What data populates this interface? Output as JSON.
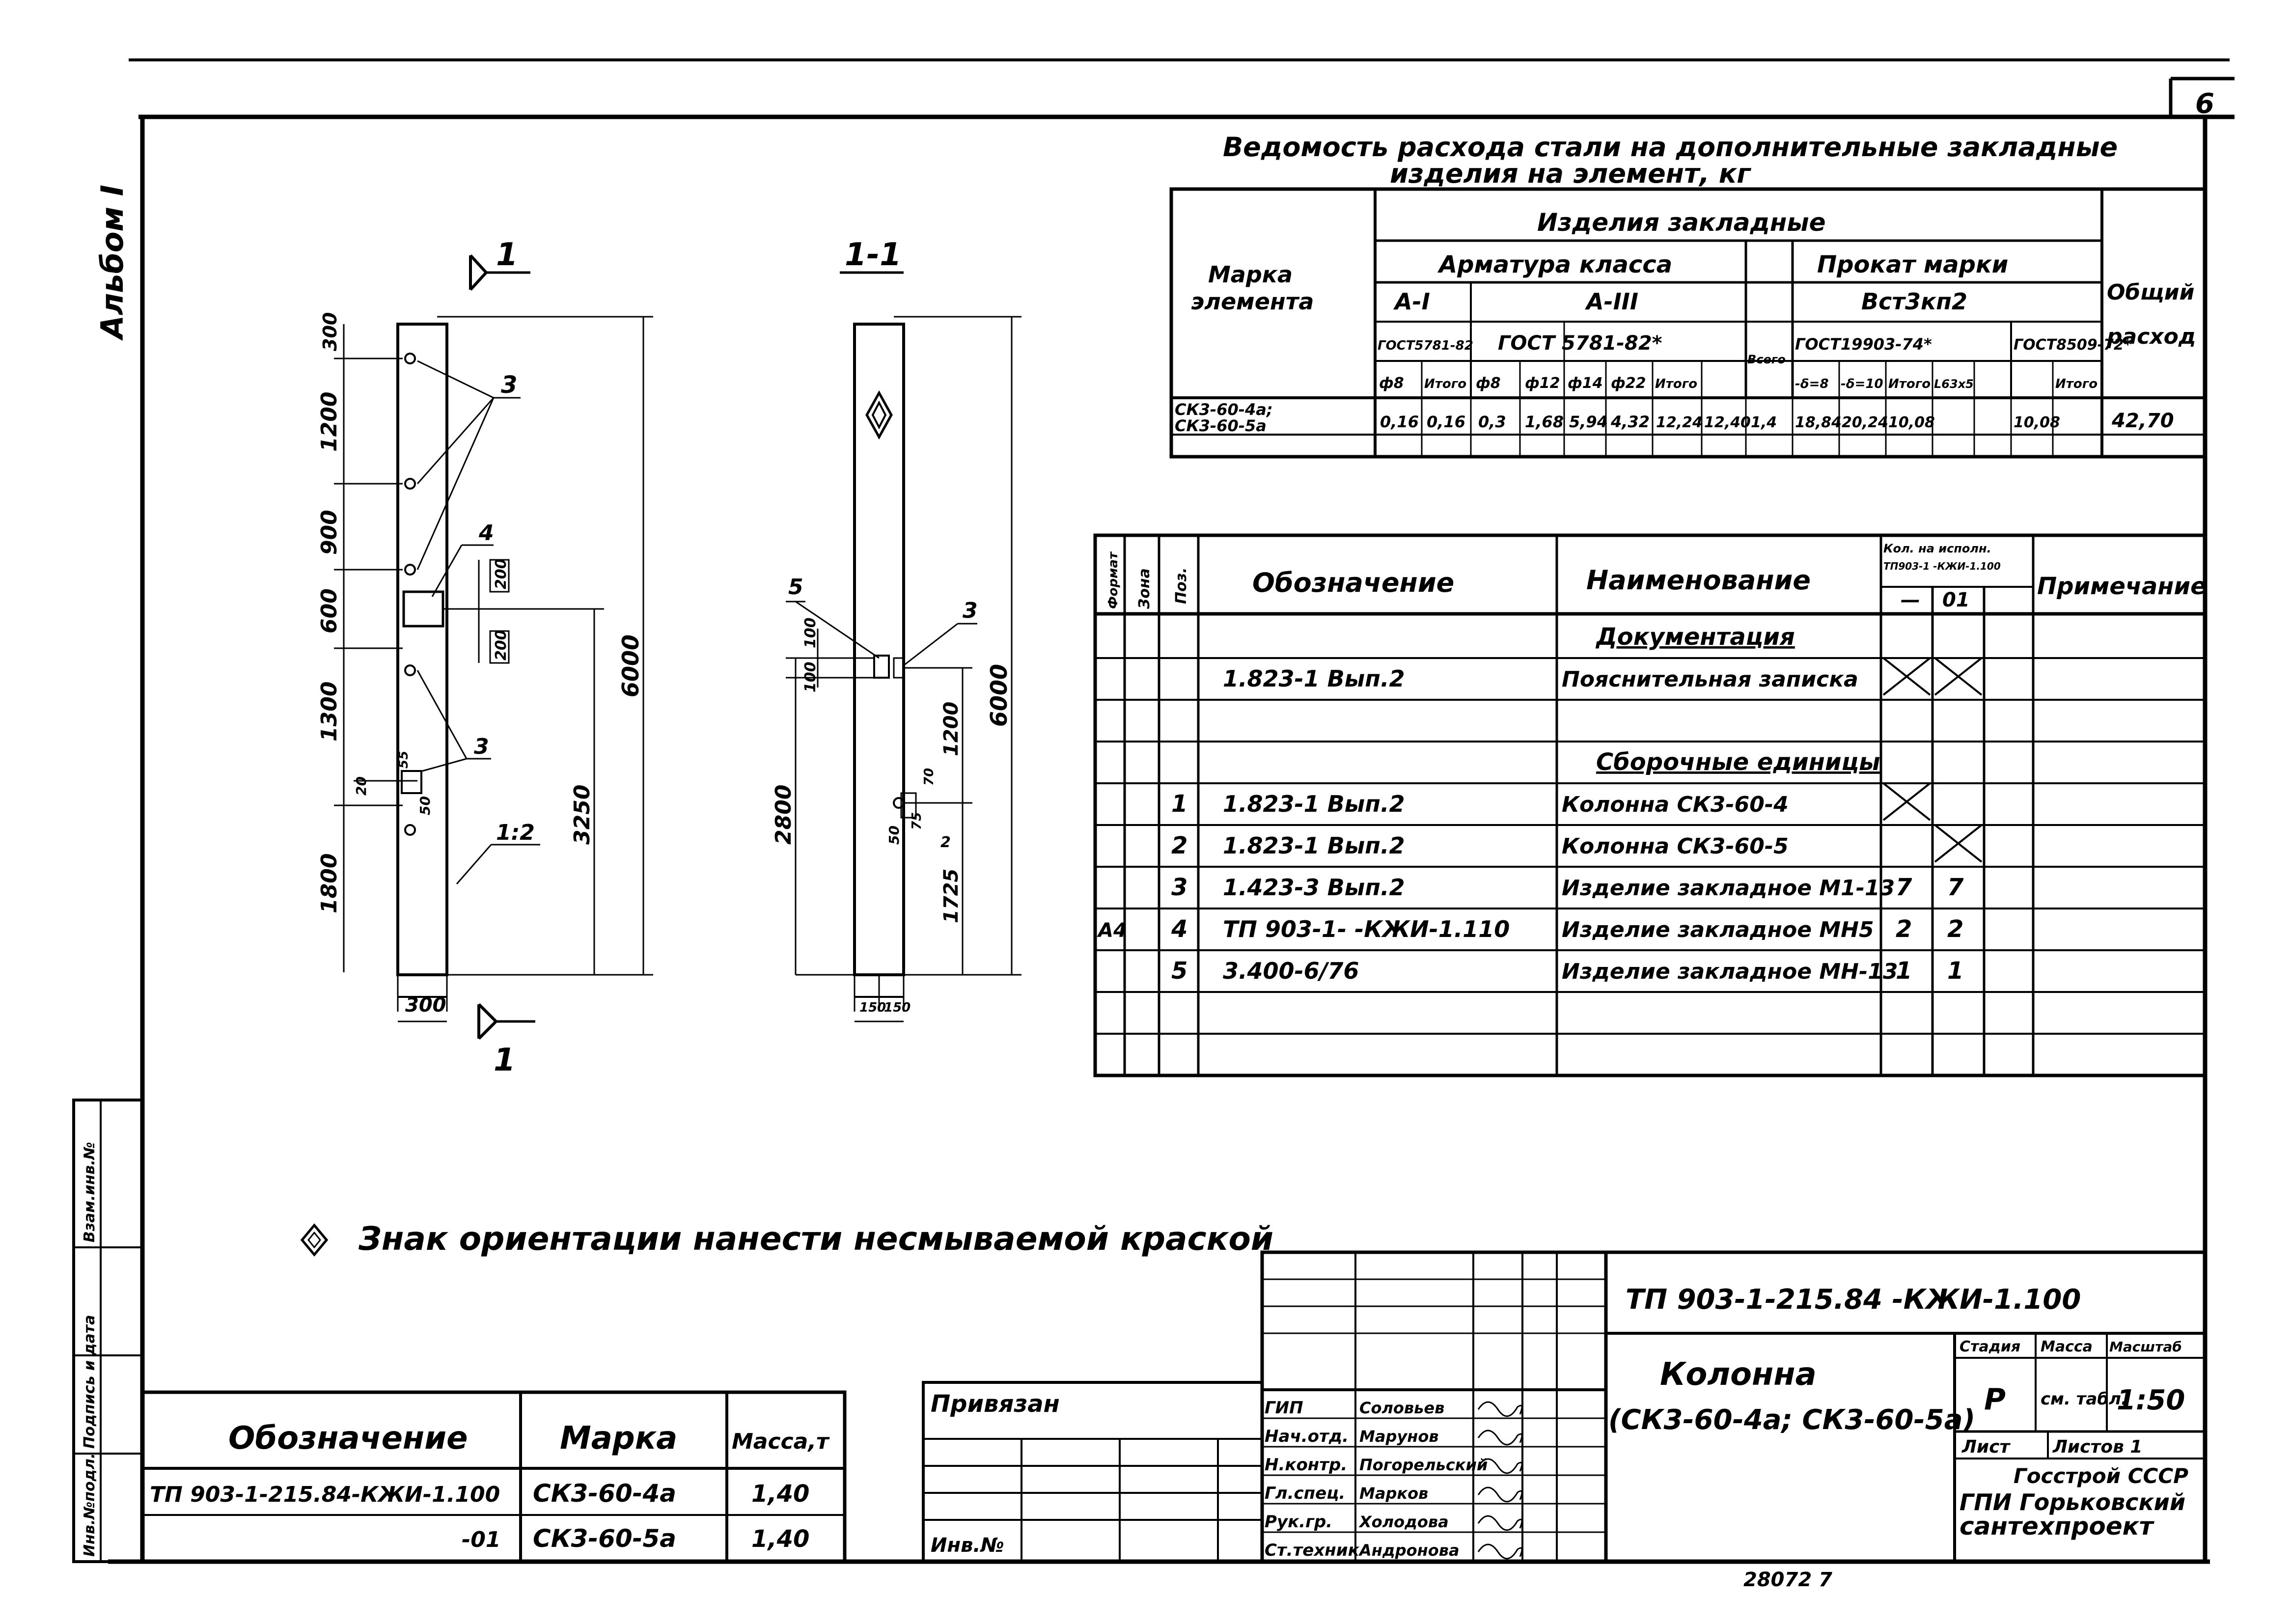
{
  "sheet": {
    "page_number": "6",
    "album_label": "Альбом I",
    "bottom_number": "28072 7",
    "side_stamp": [
      "Инв.№подл.",
      "Подпись и дата",
      "Взам.инв.№"
    ]
  },
  "steel_table": {
    "title_line1": "Ведомость расхода стали на дополнительные закладные",
    "title_line2": "изделия на элемент, кг",
    "h_mark": [
      "Марка",
      "элемента"
    ],
    "h_items": "Изделия закладные",
    "h_armature": "Арматура класса",
    "h_rolled": "Прокат марки",
    "h_total": [
      "Общий",
      "расход"
    ],
    "h_a1": "А-I",
    "h_a3": "А-III",
    "h_vst": "Вст3кп2",
    "h_gost_a1": "ГОСТ5781-82",
    "h_gost_a3": "ГОСТ 5781-82*",
    "h_all": "Всего",
    "h_gost_19903": "ГОСТ19903-74*",
    "h_gost_8509": "ГОСТ8509-72*",
    "h_cols": [
      "ф8",
      "Итого",
      "ф8",
      "ф12",
      "ф14",
      "ф22",
      "Итого",
      "",
      "-δ=8",
      "-δ=10",
      "Итого",
      "L63x5",
      "",
      "Итого",
      ""
    ],
    "row_marks": [
      "СК3-60-4а;",
      "СК3-60-5а"
    ],
    "row_values": [
      "0,16",
      "0,16",
      "0,3",
      "1,68",
      "5,94",
      "4,32",
      "12,24",
      "12,40",
      "1,4",
      "18,84",
      "20,24",
      "10,08",
      "",
      "10,08",
      "42,70"
    ]
  },
  "spec_table": {
    "h_format": "Формат",
    "h_zone": "Зона",
    "h_pos": "Поз.",
    "h_designation": "Обозначение",
    "h_name": "Наименование",
    "h_qty": [
      "Кол. на исполн.",
      "ТП903-1 -КЖИ-1.100"
    ],
    "h_qty_cols": [
      "—",
      "01"
    ],
    "h_note": "Примечание",
    "rows": [
      {
        "format": "",
        "zone": "",
        "pos": "",
        "designation": "",
        "name": "Документация",
        "q1": "",
        "q2": "",
        "x1": false,
        "x2": false,
        "heading": true
      },
      {
        "format": "",
        "zone": "",
        "pos": "",
        "designation": "1.823-1 Вып.2",
        "name": "Пояснительная записка",
        "q1": "",
        "q2": "",
        "x1": true,
        "x2": true,
        "heading": false
      },
      {
        "format": "",
        "zone": "",
        "pos": "",
        "designation": "",
        "name": "",
        "q1": "",
        "q2": "",
        "x1": false,
        "x2": false,
        "heading": false
      },
      {
        "format": "",
        "zone": "",
        "pos": "",
        "designation": "",
        "name": "Сборочные единицы",
        "q1": "",
        "q2": "",
        "x1": false,
        "x2": false,
        "heading": true
      },
      {
        "format": "",
        "zone": "",
        "pos": "1",
        "designation": "1.823-1 Вып.2",
        "name": "Колонна СК3-60-4",
        "q1": "",
        "q2": "",
        "x1": true,
        "x2": false,
        "heading": false
      },
      {
        "format": "",
        "zone": "",
        "pos": "2",
        "designation": "1.823-1 Вып.2",
        "name": "Колонна СК3-60-5",
        "q1": "",
        "q2": "",
        "x1": false,
        "x2": true,
        "heading": false
      },
      {
        "format": "",
        "zone": "",
        "pos": "3",
        "designation": "1.423-3 Вып.2",
        "name": "Изделие закладное М1-13",
        "q1": "7",
        "q2": "7",
        "x1": false,
        "x2": false,
        "heading": false
      },
      {
        "format": "А4",
        "zone": "",
        "pos": "4",
        "designation": "ТП 903-1- -КЖИ-1.110",
        "name": "Изделие закладное МН5",
        "q1": "2",
        "q2": "2",
        "x1": false,
        "x2": false,
        "heading": false
      },
      {
        "format": "",
        "zone": "",
        "pos": "5",
        "designation": "3.400-6/76",
        "name": "Изделие закладное МН-13",
        "q1": "1",
        "q2": "1",
        "x1": false,
        "x2": false,
        "heading": false
      },
      {
        "format": "",
        "zone": "",
        "pos": "",
        "designation": "",
        "name": "",
        "q1": "",
        "q2": "",
        "x1": false,
        "x2": false,
        "heading": false
      },
      {
        "format": "",
        "zone": "",
        "pos": "",
        "designation": "",
        "name": "",
        "q1": "",
        "q2": "",
        "x1": false,
        "x2": false,
        "heading": false
      }
    ]
  },
  "front_view": {
    "label_top": "1",
    "label_bottom": "1",
    "dims_left": [
      "300",
      "1200",
      "900",
      "600",
      "1300",
      "1800"
    ],
    "dim_overall": "6000",
    "dim_3250": "3250",
    "dim_width": "300",
    "dim_200a": "200",
    "dim_200b": "200",
    "dims_small": [
      "20",
      "50",
      "55"
    ],
    "callouts": [
      "3",
      "4",
      "3",
      "1:2"
    ]
  },
  "section_view": {
    "title": "1-1",
    "dims_left": [
      "100",
      "100",
      "2800"
    ],
    "dims_right": [
      "1200",
      "1725"
    ],
    "dim_overall": "6000",
    "dims_bottom": [
      "150",
      "150"
    ],
    "dims_small": [
      "50",
      "70",
      "75",
      "2"
    ],
    "callouts": [
      "5",
      "3"
    ]
  },
  "note": {
    "text": "Знак ориентации нанести несмываемой краской"
  },
  "mark_table": {
    "h_designation": "Обозначение",
    "h_mark": "Марка",
    "h_mass": "Масса,т",
    "rows": [
      {
        "designation": "ТП 903-1-215.84-КЖИ-1.100",
        "mark": "СК3-60-4а",
        "mass": "1,40"
      },
      {
        "designation": "-01",
        "mark": "СК3-60-5а",
        "mass": "1,40"
      }
    ]
  },
  "binding": {
    "title": "Привязан",
    "inv": "Инв.№"
  },
  "title_block": {
    "doc_code": "ТП 903-1-215.84 -КЖИ-1.100",
    "name": "Колонна",
    "marks": "(СК3-60-4а; СК3-60-5а)",
    "h_stage": "Стадия",
    "h_mass": "Масса",
    "h_scale": "Масштаб",
    "stage": "Р",
    "mass": "см. табл.",
    "scale": "1:50",
    "sheet_label": "Лист",
    "sheets_label": "Листов 1",
    "org": [
      "Госстрой СССР",
      "ГПИ Горьковский",
      "сантехпроект"
    ],
    "roles": [
      {
        "role": "ГИП",
        "person": "Соловьев"
      },
      {
        "role": "Нач.отд.",
        "person": "Марунов"
      },
      {
        "role": "Н.контр.",
        "person": "Погорельский"
      },
      {
        "role": "Гл.спец.",
        "person": "Марков"
      },
      {
        "role": "Рук.гр.",
        "person": "Холодова"
      },
      {
        "role": "Ст.техник",
        "person": "Андронова"
      }
    ]
  }
}
